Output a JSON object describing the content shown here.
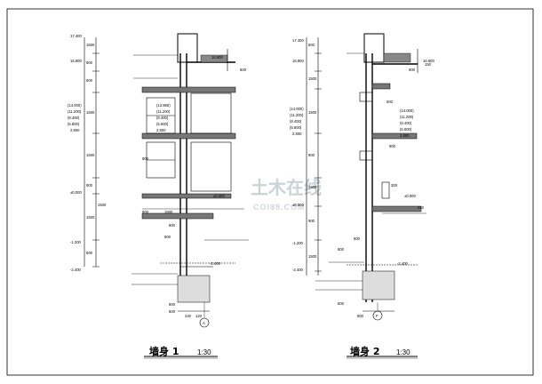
{
  "watermark": {
    "cn": "土木在线",
    "en": "COI88.COM"
  },
  "left": {
    "levels": [
      "17.400",
      "16.800",
      "(14.000)",
      "(11.200)",
      "(8.400)",
      "(5.600)",
      "2.800",
      "±0.000",
      "-1.200",
      "-2.400"
    ],
    "dims": [
      "1500",
      "900",
      "600",
      "1500",
      "1500",
      "900",
      "1500",
      "600",
      "800",
      "1500",
      "600",
      "900",
      "800",
      "600",
      "1500"
    ],
    "notes": [
      "16.800",
      "(13.980)",
      "(11.200)",
      "(8.400)",
      "(5.600)",
      "2.800",
      "±0.000",
      "-2.400",
      "240",
      "120",
      "800",
      "600"
    ],
    "grid": "A",
    "title": "墙身 1",
    "scale": "1:30"
  },
  "right": {
    "levels": [
      "17.400",
      "16.800",
      "(14.000)",
      "(11.200)",
      "(8.400)",
      "(5.600)",
      "2.800",
      "±0.000",
      "-1.200",
      "-2.400"
    ],
    "dims": [
      "600",
      "1500",
      "1500",
      "900",
      "1500",
      "900",
      "1500",
      "600",
      "800",
      "600",
      "900",
      "300",
      "900",
      "150"
    ],
    "notes": [
      "16.800",
      "(14.000)",
      "(11.200)",
      "(8.400)",
      "(5.600)",
      "2.800",
      "±0.000",
      "-2.400",
      "800",
      "600",
      "250"
    ],
    "grid": "F",
    "title": "墙身 2",
    "scale": "1:30"
  }
}
